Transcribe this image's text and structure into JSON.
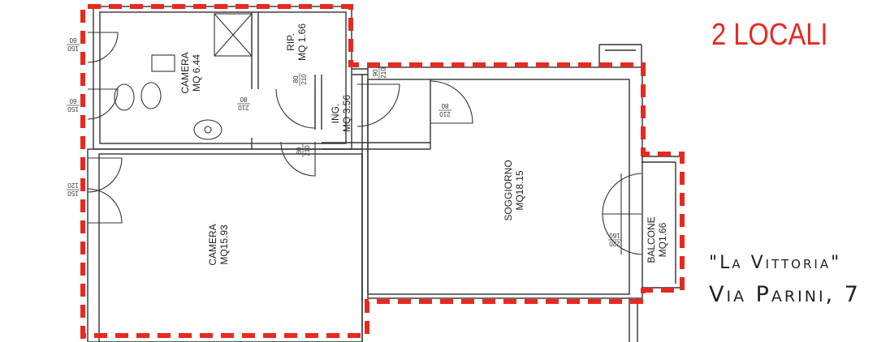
{
  "header": {
    "title": "2 LOCALI"
  },
  "property": {
    "name": "\"La Vittoria\"",
    "address": "Via Parini, 7"
  },
  "colors": {
    "accent": "#e8291f",
    "walls": "#333333",
    "text": "#222222"
  },
  "rooms": [
    {
      "id": "camera-small",
      "name": "CAMERA",
      "area": "MQ 6.44"
    },
    {
      "id": "rip",
      "name": "RIP.",
      "area": "MQ 1.66"
    },
    {
      "id": "ing",
      "name": "ING.",
      "area": "MQ 3.56"
    },
    {
      "id": "soggiorno",
      "name": "SOGGIORNO",
      "area": "MQ18.15"
    },
    {
      "id": "camera-large",
      "name": "CAMERA",
      "area": "MQ15.93"
    },
    {
      "id": "balcone",
      "name": "BALCONE",
      "area": "MQ1.66"
    }
  ],
  "door_labels": [
    {
      "id": "d1",
      "top": "150",
      "bottom": "60"
    },
    {
      "id": "d2",
      "top": "150",
      "bottom": "60"
    },
    {
      "id": "d3",
      "top": "150",
      "bottom": "120"
    },
    {
      "id": "d4",
      "top": "80",
      "bottom": "210"
    },
    {
      "id": "d5",
      "top": "210",
      "bottom": "80"
    },
    {
      "id": "d6",
      "top": "90",
      "bottom": "210"
    },
    {
      "id": "d7",
      "top": "210",
      "bottom": "80"
    },
    {
      "id": "d8",
      "top": "80",
      "bottom": "210"
    },
    {
      "id": "d9",
      "top": "220",
      "bottom": "160"
    }
  ]
}
